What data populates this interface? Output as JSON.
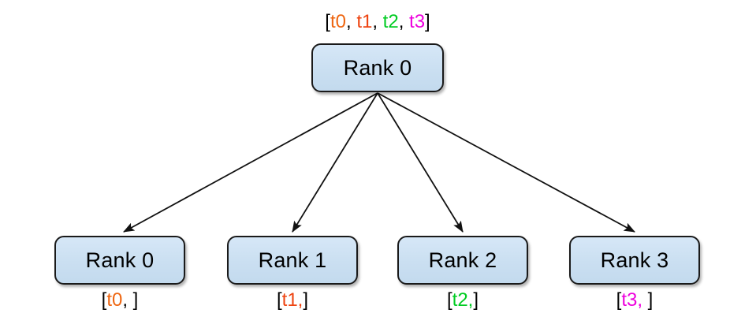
{
  "diagram": {
    "type": "scatter-broadcast-tree",
    "background_color": "#ffffff",
    "node_fill_color": "#cfe1f2",
    "node_border_color": "#1a1a1a",
    "edge_color": "#111111"
  },
  "token_colors": {
    "t0": "#ee6611",
    "t1": "#ee4411",
    "t2": "#00cc22",
    "t3": "#ee00dd",
    "punctuation": "#000000"
  },
  "root": {
    "node_label": "Rank 0",
    "caption": {
      "open_bracket": "[",
      "tokens": [
        {
          "text": "t0",
          "color": "#ee6611"
        },
        {
          "text": "t1",
          "color": "#ee4411"
        },
        {
          "text": "t2",
          "color": "#00cc22"
        },
        {
          "text": "t3",
          "color": "#ee00dd"
        }
      ],
      "separator": ", ",
      "close_bracket": "]",
      "full_text": "[t0, t1, t2, t3]"
    }
  },
  "leaves": [
    {
      "node_label": "Rank 0",
      "caption_full_text": "[t0, ]",
      "caption": {
        "open_bracket": "[",
        "token": "t0",
        "token_color": "#ee6611",
        "trailing": ", ",
        "close_bracket": "]"
      }
    },
    {
      "node_label": "Rank 1",
      "caption_full_text": "[t1,]",
      "caption": {
        "open_bracket": "[",
        "token": "t1",
        "token_color": "#ee4411",
        "trailing": ",",
        "close_bracket": "]"
      }
    },
    {
      "node_label": "Rank 2",
      "caption_full_text": "[t2,]",
      "caption": {
        "open_bracket": "[",
        "token": "t2",
        "token_color": "#00cc22",
        "trailing": ",",
        "close_bracket": "]"
      }
    },
    {
      "node_label": "Rank 3",
      "caption_full_text": "[t3, ]",
      "caption": {
        "open_bracket": "[",
        "token": "t3",
        "token_color": "#ee00dd",
        "trailing": ", ",
        "close_bracket": "]"
      }
    }
  ],
  "edges": [
    {
      "from": "root",
      "to": "leaf-0"
    },
    {
      "from": "root",
      "to": "leaf-1"
    },
    {
      "from": "root",
      "to": "leaf-2"
    },
    {
      "from": "root",
      "to": "leaf-3"
    }
  ]
}
